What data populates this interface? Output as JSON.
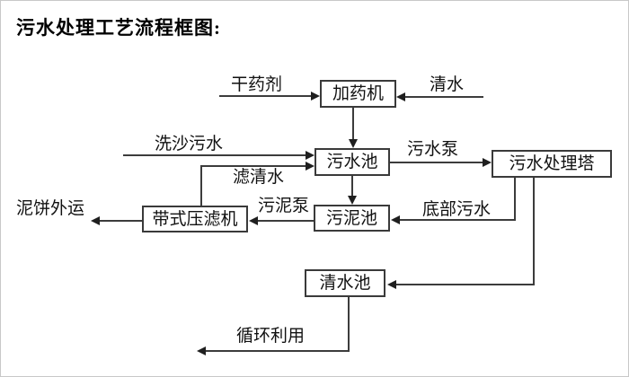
{
  "title": "污水处理工艺流程框图:",
  "boxes": {
    "dosing_machine": "加药机",
    "sewage_pool": "污水池",
    "treatment_tower": "污水处理塔",
    "sludge_pool": "污泥池",
    "belt_filter_press": "带式压滤机",
    "clean_water_pool": "清水池"
  },
  "flow_labels": {
    "dry_agent": "干药剂",
    "clean_water": "清水",
    "sand_washing_sewage": "洗沙污水",
    "sewage_pump": "污水泵",
    "filtered_water": "滤清水",
    "mud_cake_outbound": "泥饼外运",
    "sludge_pump": "污泥泵",
    "bottom_sewage": "底部污水",
    "recycling": "循环利用"
  },
  "edges": [
    {
      "from": "干药剂",
      "to": "加药机",
      "label": "干药剂"
    },
    {
      "from": "清水",
      "to": "加药机",
      "label": "清水"
    },
    {
      "from": "加药机",
      "to": "污水池",
      "label": ""
    },
    {
      "from": "洗沙污水",
      "to": "污水池",
      "label": "洗沙污水"
    },
    {
      "from": "带式压滤机",
      "to": "污水池",
      "label": "滤清水"
    },
    {
      "from": "污水池",
      "to": "污水处理塔",
      "label": "污水泵"
    },
    {
      "from": "污水池",
      "to": "污泥池",
      "label": ""
    },
    {
      "from": "污水处理塔",
      "to": "污泥池",
      "label": "底部污水"
    },
    {
      "from": "污泥池",
      "to": "带式压滤机",
      "label": "污泥泵"
    },
    {
      "from": "带式压滤机",
      "to": "泥饼外运",
      "label": "泥饼外运"
    },
    {
      "from": "污水处理塔",
      "to": "清水池",
      "label": ""
    },
    {
      "from": "清水池",
      "to": "循环利用",
      "label": "循环利用"
    }
  ],
  "colors": {
    "background": "#ffffff",
    "line": "#3c3c3c",
    "box_border": "#3a3a3a",
    "text": "#111111"
  }
}
